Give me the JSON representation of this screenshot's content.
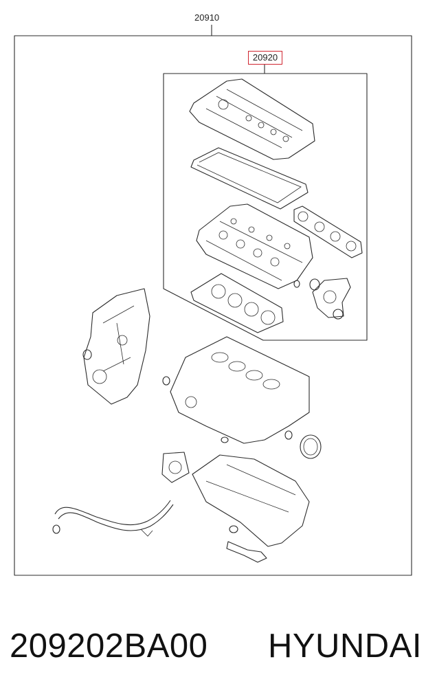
{
  "diagram": {
    "assembly_number": "20910",
    "subassembly_number": "20920",
    "highlight_color": "#d0252f"
  },
  "caption": {
    "part_number": "209202BA00",
    "brand": "HYUNDAI"
  }
}
